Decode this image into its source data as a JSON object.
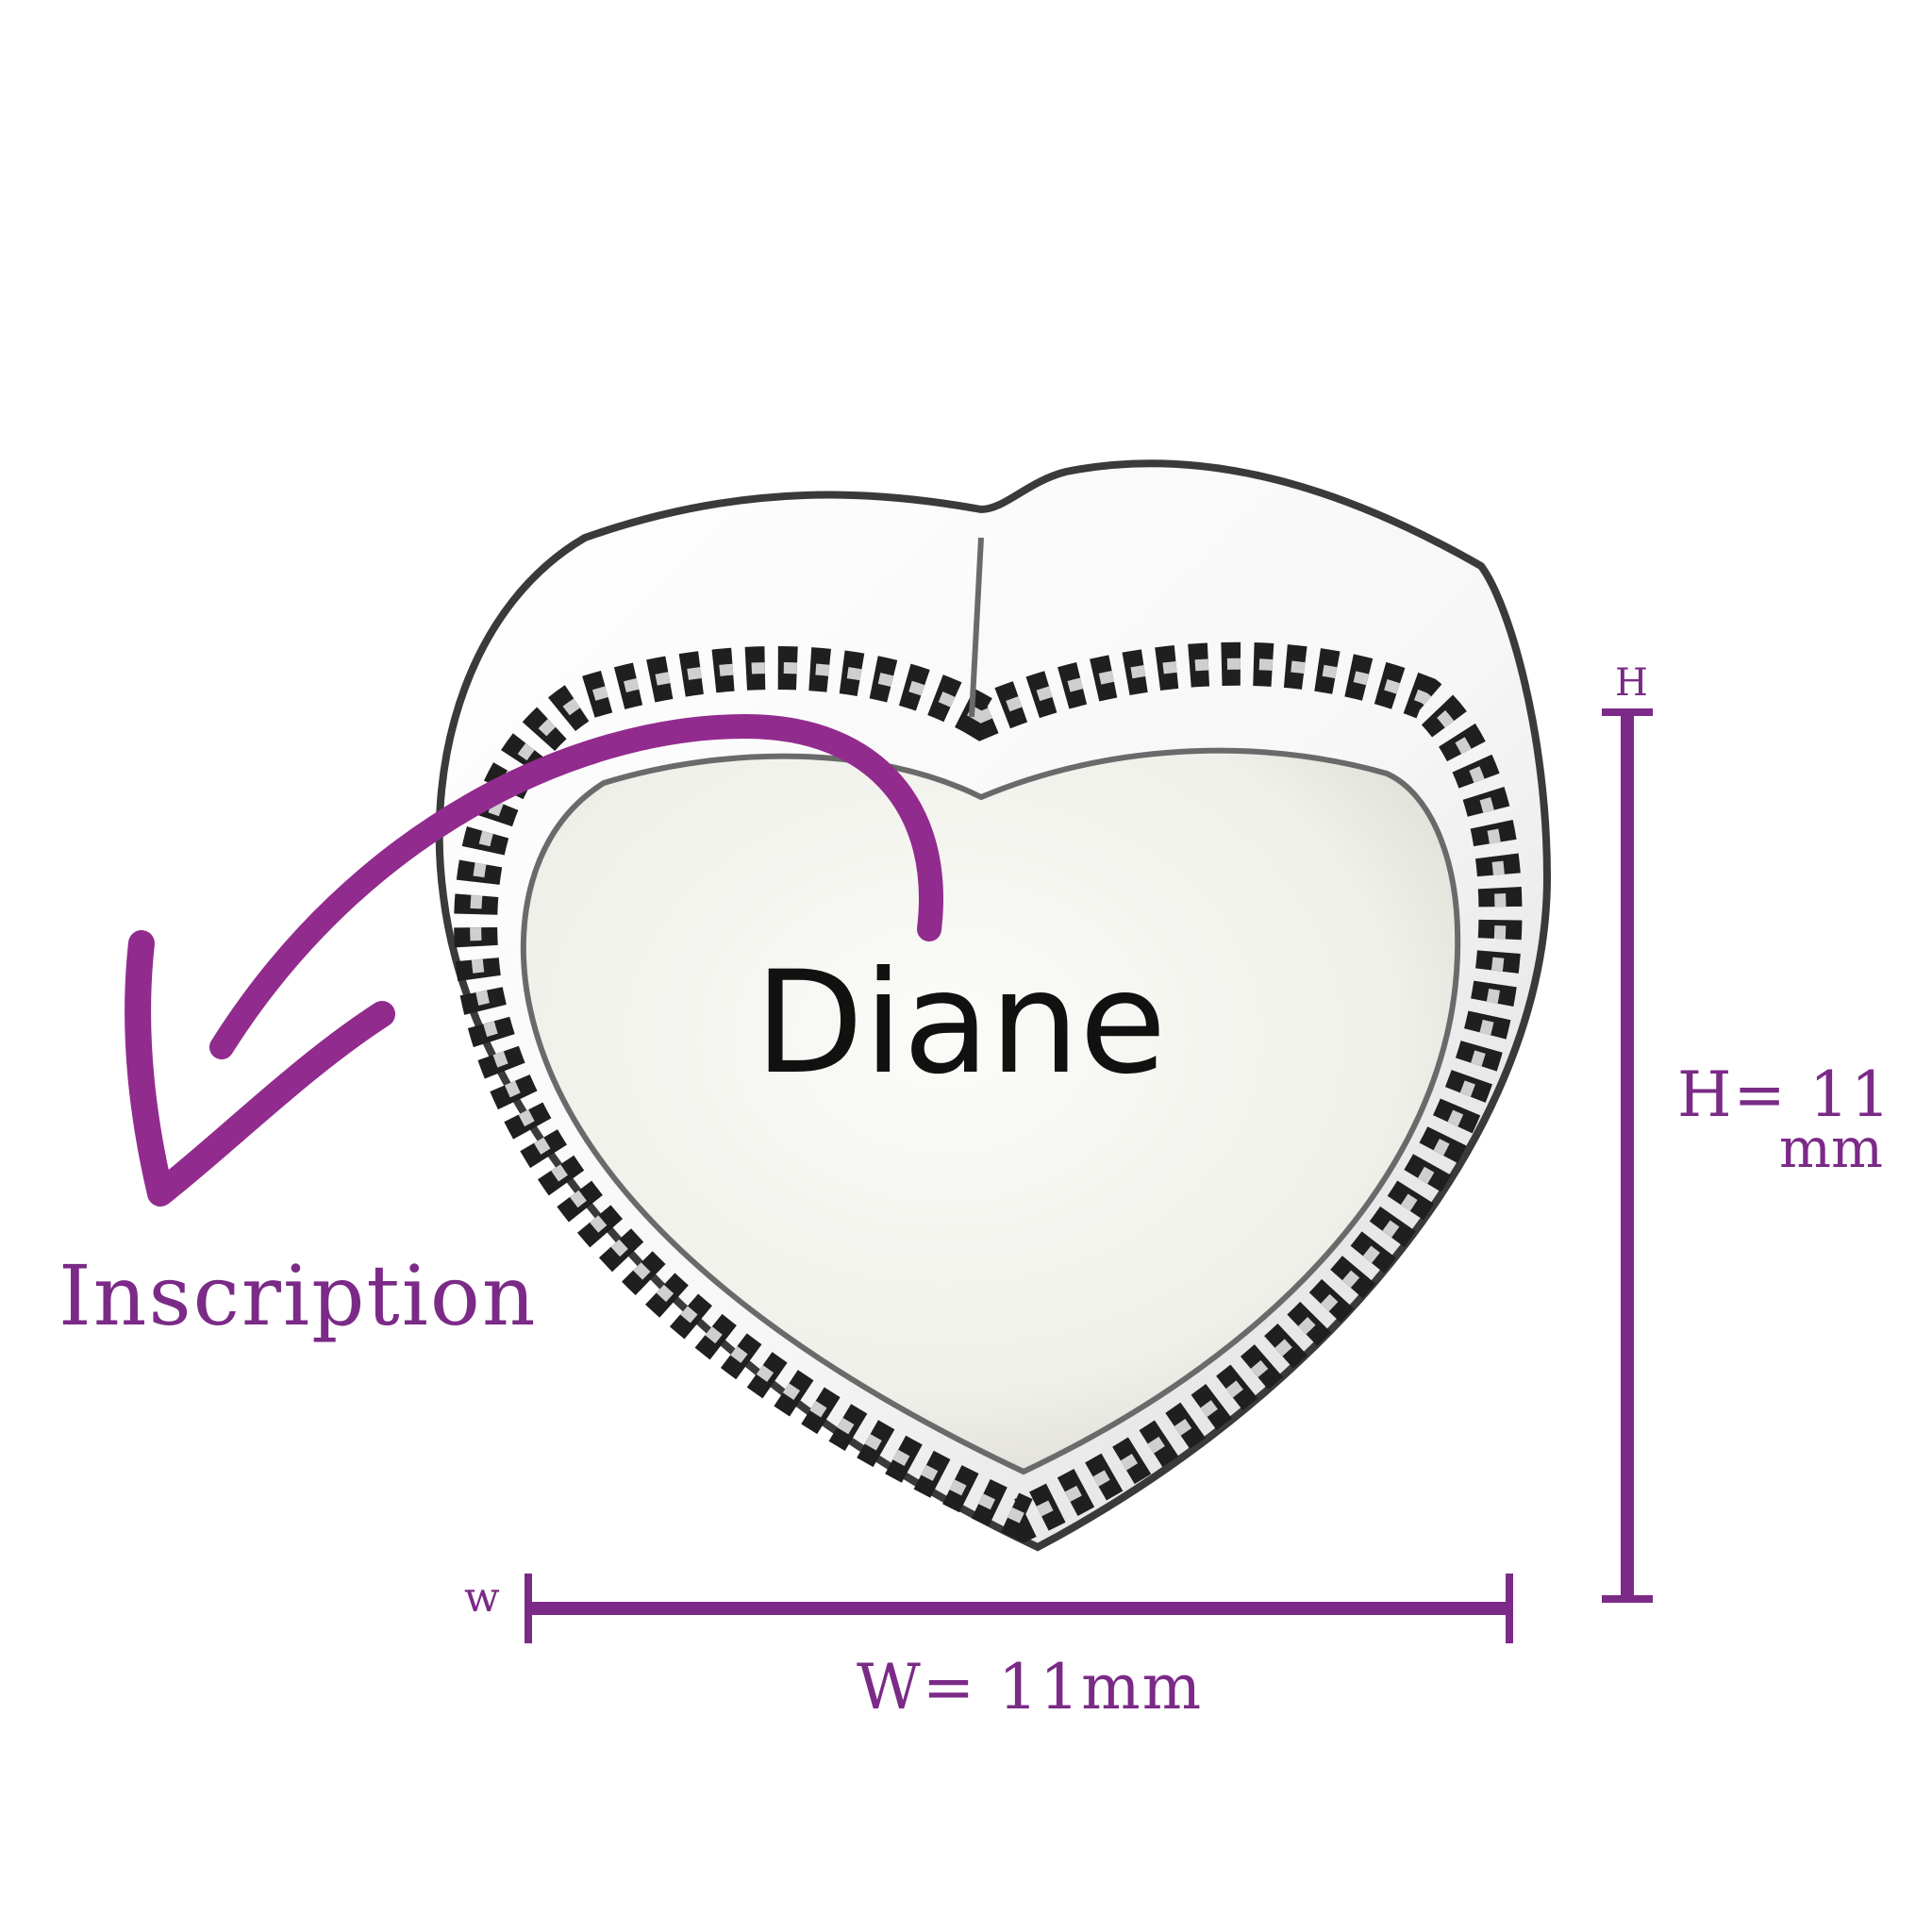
{
  "product": {
    "inscription_text": "Diane",
    "shape": "heart"
  },
  "annotations": {
    "inscription_label": "Inscription",
    "width_marker": "w",
    "height_marker": "H",
    "width_label": "W= 11mm",
    "height_label_line1": "H= 11",
    "height_label_line2": "mm"
  },
  "colors": {
    "accent": "#7b2a87",
    "arrow": "#922b8e",
    "background": "#ffffff",
    "metal_light": "#f6f5f2",
    "metal_dark": "#2a2a2a",
    "engraving": "#111111"
  },
  "icons": {
    "arrow": "curved-arrow-icon"
  }
}
